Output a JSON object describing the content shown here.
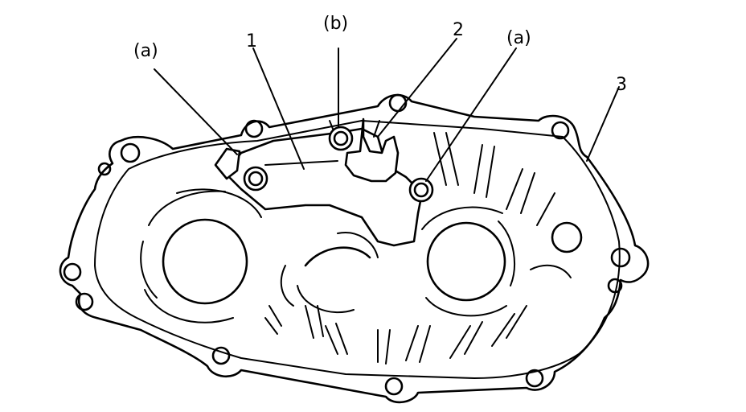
{
  "labels": {
    "callout_a_left": "(a)",
    "callout_1": "1",
    "callout_b": "(b)",
    "callout_2": "2",
    "callout_a_right": "(a)",
    "callout_3": "3"
  }
}
